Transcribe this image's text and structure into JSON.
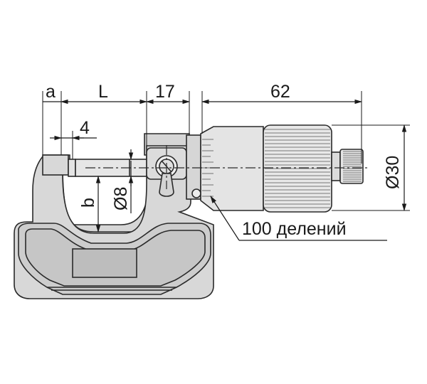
{
  "dimensions": {
    "a": "a",
    "L": "L",
    "spindle_offset": "17",
    "thimble_length": "62",
    "anvil_offset": "4",
    "throat_depth": "b",
    "spindle_diameter": "Ø8",
    "thimble_diameter": "Ø30"
  },
  "callout": {
    "graduations": "100 делений"
  },
  "colors": {
    "body_fill": "#d9d9d9",
    "frame_fill": "#cfcfcf",
    "line": "#1a1a1a"
  }
}
